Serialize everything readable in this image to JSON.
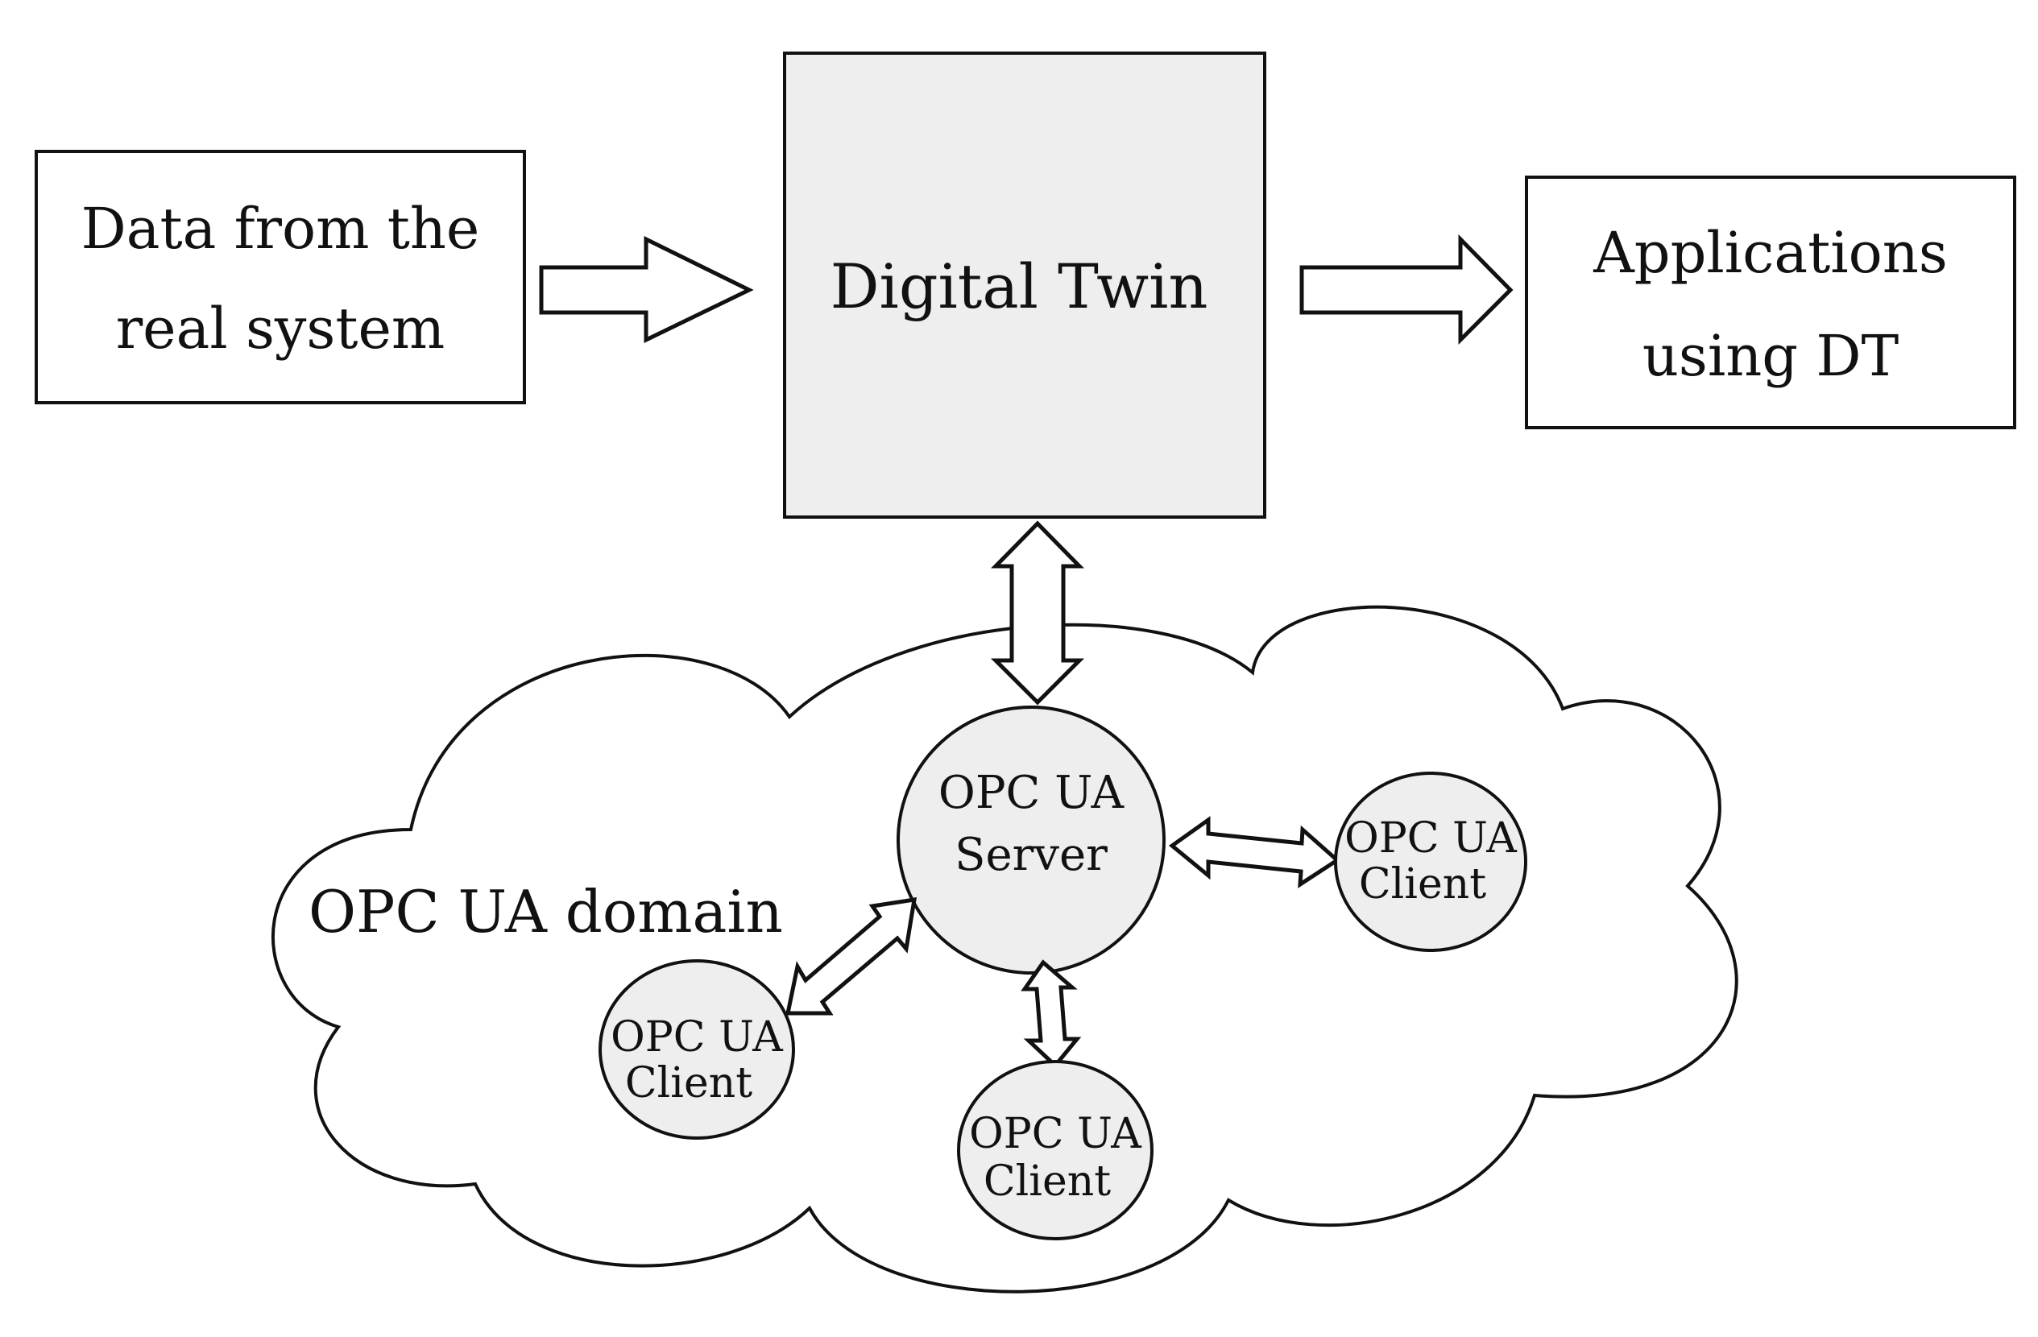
{
  "boxes": {
    "source_line1": "Data from the",
    "source_line2": "real system",
    "digital_twin": "Digital Twin",
    "apps_line1": "Applications",
    "apps_line2": "using DT"
  },
  "domain": {
    "label": "OPC UA domain"
  },
  "server": {
    "line1": "OPC UA",
    "line2": "Server"
  },
  "clients": [
    {
      "line1": "OPC UA",
      "line2": "Client"
    },
    {
      "line1": "OPC UA",
      "line2": "Client"
    },
    {
      "line1": "OPC UA",
      "line2": "Client"
    }
  ],
  "colors": {
    "stroke": "#111111",
    "node_fill": "#eeeeee",
    "background": "#ffffff"
  }
}
